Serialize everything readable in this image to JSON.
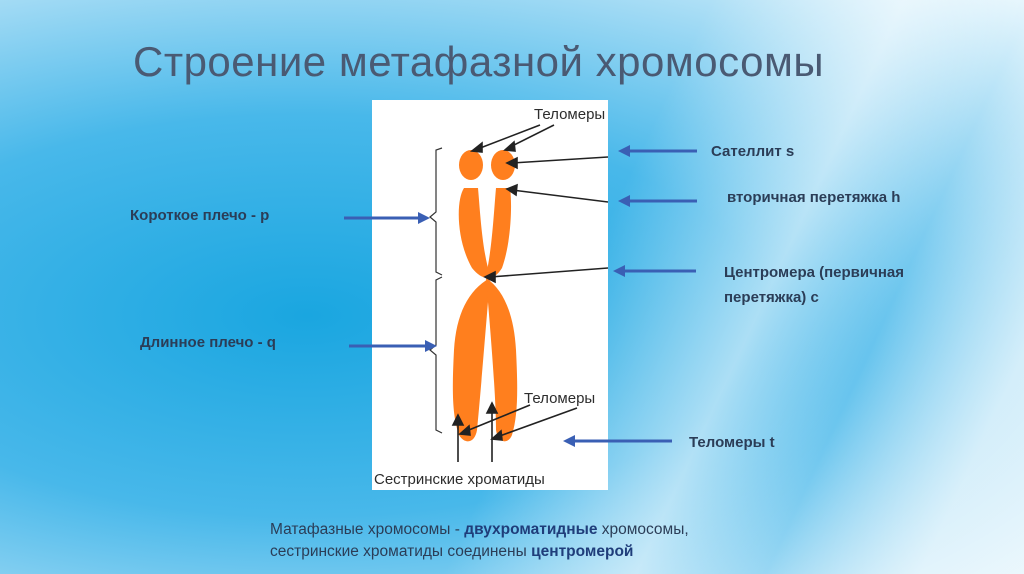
{
  "slide": {
    "title": "Строение метафазной хромосомы",
    "figure": {
      "telomeres_top": "Теломеры",
      "telomeres_bottom": "Теломеры",
      "sister_chromatids": "Сестринские хроматиды"
    },
    "labels": {
      "short_arm": "Короткое плечо - р",
      "long_arm": "Длинное плечо - q",
      "satellite": "Сателлит  s",
      "secondary_constriction": "вторичная перетяжка  h",
      "centromere_line1": "Центромера (первичная",
      "centromere_line2": "перетяжка)   с",
      "telomeres": "Теломеры  t"
    },
    "caption": {
      "line1_a": "Матафазные хромосомы - ",
      "line1_b": "двухроматидные",
      "line1_c": " хромосомы,",
      "line2_a": "сестринские хроматиды соединены ",
      "line2_b": "центромерой"
    },
    "colors": {
      "chromosome": "#ff7f1e",
      "arrow": "#3a5fb4",
      "title": "#4a5a73",
      "text": "#2b3d57"
    }
  }
}
